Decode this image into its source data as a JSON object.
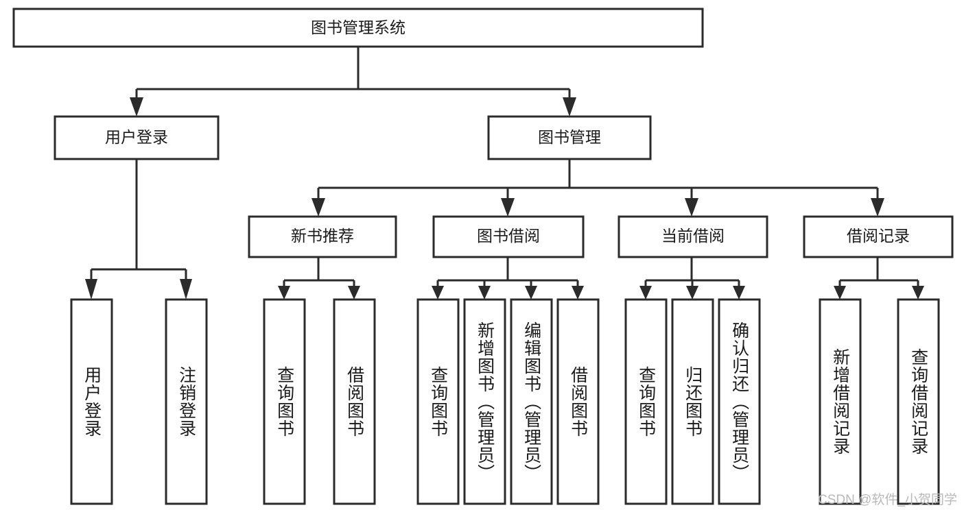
{
  "diagram": {
    "type": "tree-hierarchy",
    "title": "图书管理系统",
    "orientation": "top-down",
    "colors": {
      "box_stroke": "#2b2b2b",
      "box_fill": "#ffffff",
      "text": "#1a1a1a",
      "background": "#ffffff",
      "watermark": "#b9b9b9"
    },
    "levels": {
      "root": {
        "label": "图书管理系统"
      },
      "level2": [
        {
          "id": "user-login",
          "label": "用户登录"
        },
        {
          "id": "book-management",
          "label": "图书管理"
        }
      ],
      "level3": [
        {
          "id": "new-book-recommend",
          "label": "新书推荐",
          "parent": "book-management"
        },
        {
          "id": "book-borrow",
          "label": "图书借阅",
          "parent": "book-management"
        },
        {
          "id": "current-borrow",
          "label": "当前借阅",
          "parent": "book-management"
        },
        {
          "id": "borrow-record",
          "label": "借阅记录",
          "parent": "book-management"
        }
      ],
      "leaves": [
        {
          "id": "leaf-user-login",
          "label": "用户登录",
          "parent": "user-login"
        },
        {
          "id": "leaf-logout",
          "label": "注销登录",
          "parent": "user-login"
        },
        {
          "id": "leaf-query-book-1",
          "label": "查询图书",
          "parent": "new-book-recommend"
        },
        {
          "id": "leaf-borrow-book-1",
          "label": "借阅图书",
          "parent": "new-book-recommend"
        },
        {
          "id": "leaf-query-book-2",
          "label": "查询图书",
          "parent": "book-borrow"
        },
        {
          "id": "leaf-add-book",
          "label": "新增图书（管理员）",
          "parent": "book-borrow"
        },
        {
          "id": "leaf-edit-book",
          "label": "编辑图书（管理员）",
          "parent": "book-borrow"
        },
        {
          "id": "leaf-borrow-book-2",
          "label": "借阅图书",
          "parent": "book-borrow"
        },
        {
          "id": "leaf-query-book-3",
          "label": "查询图书",
          "parent": "current-borrow"
        },
        {
          "id": "leaf-return-book",
          "label": "归还图书",
          "parent": "current-borrow"
        },
        {
          "id": "leaf-confirm-return",
          "label": "确认归还（管理员）",
          "parent": "current-borrow"
        },
        {
          "id": "leaf-add-record",
          "label": "新增借阅记录",
          "parent": "borrow-record"
        },
        {
          "id": "leaf-query-record",
          "label": "查询借阅记录",
          "parent": "borrow-record"
        }
      ]
    },
    "watermark": "CSDN @软件_小贺同学"
  }
}
